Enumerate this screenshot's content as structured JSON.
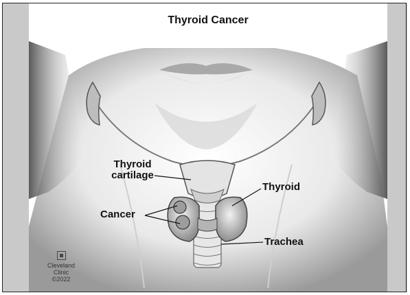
{
  "figure": {
    "title": "Thyroid Cancer"
  },
  "labels": {
    "thyroid_cartilage": "Thyroid cartilage",
    "thyroid": "Thyroid",
    "cancer": "Cancer",
    "trachea": "Trachea"
  },
  "logo": {
    "line1": "Cleveland",
    "line2": "Clinic",
    "copyright": "©2022"
  }
}
